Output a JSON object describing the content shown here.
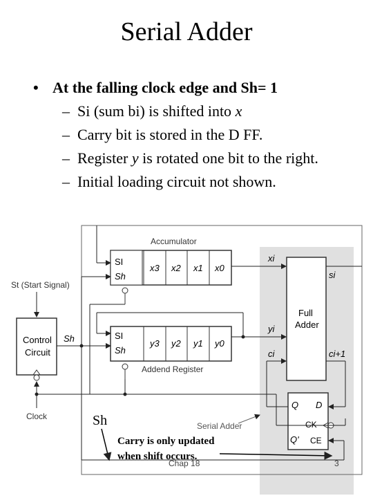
{
  "title": "Serial Adder",
  "bullets": {
    "main": "At the falling clock edge and Sh= 1",
    "items": [
      {
        "text": "Si (sum bi) is shifted into ",
        "var": "x",
        "after": ""
      },
      {
        "text": "Carry bit is stored in the D FF.",
        "var": "",
        "after": ""
      },
      {
        "text": "Register ",
        "var": "y",
        "after": " is rotated one bit to the right."
      },
      {
        "text": "Initial loading circuit not shown.",
        "var": "",
        "after": ""
      }
    ]
  },
  "diagram": {
    "accumulator_label": "Accumulator",
    "accumulator_cells": [
      "x3",
      "x2",
      "x1",
      "x0"
    ],
    "addend_label": "Addend Register",
    "addend_cells": [
      "y3",
      "y2",
      "y1",
      "y0"
    ],
    "si": "SI",
    "sh": "Sh",
    "start_signal": "St (Start Signal)",
    "control": [
      "Control",
      "Circuit"
    ],
    "sh_out": "Sh",
    "clock": "Clock",
    "full_adder": [
      "Full",
      "Adder"
    ],
    "xi": "xi",
    "yi": "yi",
    "ci": "ci",
    "si_out": "si",
    "ci1": "ci+1",
    "ff_q": "Q",
    "ff_qp": "Q'",
    "ff_d": "D",
    "ff_ck": "CK",
    "ff_ce": "CE",
    "serial_adder": "Serial Adder",
    "sh_callout": "Sh",
    "carry_note": [
      "Carry is only updated",
      "when shift occurs."
    ],
    "footer": "Chap 18",
    "page_number": "3"
  }
}
